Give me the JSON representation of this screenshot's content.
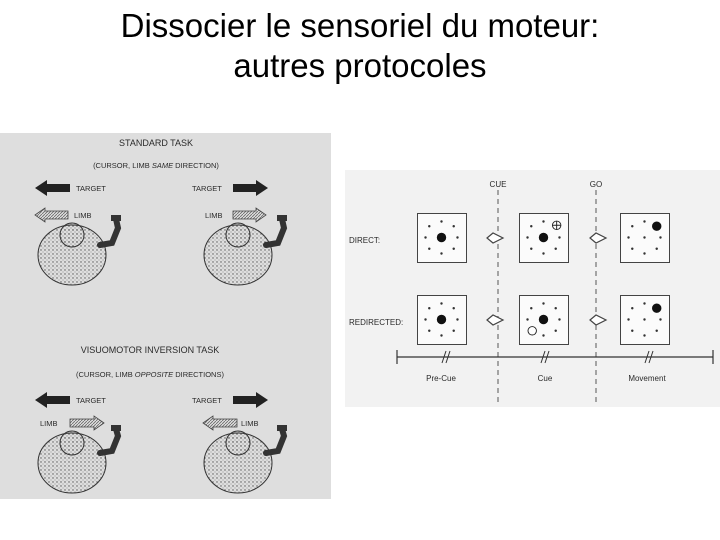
{
  "title": {
    "line1": "Dissocier le sensoriel du moteur:",
    "line2": "autres protocoles"
  },
  "left_figure": {
    "standard_task": {
      "heading": "STANDARD TASK",
      "subheading_prefix": "(CURSOR, LIMB ",
      "subheading_emphasis": "SAME",
      "subheading_suffix": " DIRECTION)",
      "target_label": "TARGET",
      "limb_label": "LIMB"
    },
    "inversion_task": {
      "heading": "VISUOMOTOR INVERSION TASK",
      "subheading_prefix": "(CURSOR, LIMB ",
      "subheading_emphasis": "OPPOSITE",
      "subheading_suffix": " DIRECTIONS)",
      "target_label": "TARGET",
      "limb_label": "LIMB"
    }
  },
  "right_figure": {
    "cue_label": "CUE",
    "go_label": "GO",
    "row_direct": "DIRECT:",
    "row_redirected": "REDIRECTED:",
    "phases": [
      "Pre-Cue",
      "Cue",
      "Movement"
    ]
  }
}
